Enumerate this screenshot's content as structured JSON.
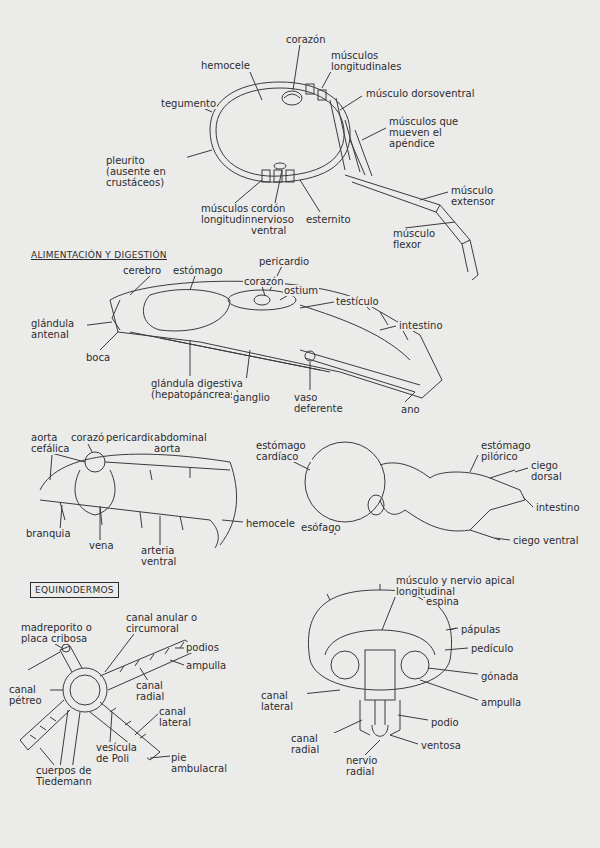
{
  "diagram": {
    "nodes": [
      {
        "text": [
          "EQUINODERMOS"
        ]
      }
    ],
    "labels": [
      "hemocele",
      "corazón",
      "músculos longitudinales",
      "músculo dorsoventral",
      "tegumento",
      "músculos que mueven el apéndice",
      "pleurito (ausente en crustáceos)",
      "músculo extensor",
      "músculos longitudinales",
      "cordón nervioso ventral",
      "esternito",
      "músculo flexor",
      "ALIMENTACIÓN Y DIGESTIÓN",
      "pericardio",
      "corazón",
      "ostium",
      "cerebro",
      "estómago",
      "testículo",
      "glándula antenal",
      "intestino",
      "boca",
      "glándula digestiva (hepatopáncreas)",
      "ganglio",
      "vaso deferente",
      "ano",
      "aorta cefálica",
      "corazón",
      "pericardio",
      "abdominal aorta",
      "estómago cardíaco",
      "estómago pilórico",
      "ciego dorsal",
      "intestino",
      "branquia",
      "vena",
      "arteria ventral",
      "hemocele",
      "esófago",
      "ciego ventral",
      "madreporito o placa cribosa",
      "canal anular o circumoral",
      "podios",
      "ampulla",
      "canal radial",
      "canal pétreo",
      "canal lateral",
      "vesícula de Poli",
      "pie ambulacral",
      "cuerpos de Tiedemann",
      "músculo y nervio apical longitudinal",
      "espina",
      "pápulas",
      "pedículo",
      "gónada",
      "ampulla",
      "podio",
      "ventosa",
      "canal lateral",
      "canal radial",
      "nervio radial"
    ]
  }
}
